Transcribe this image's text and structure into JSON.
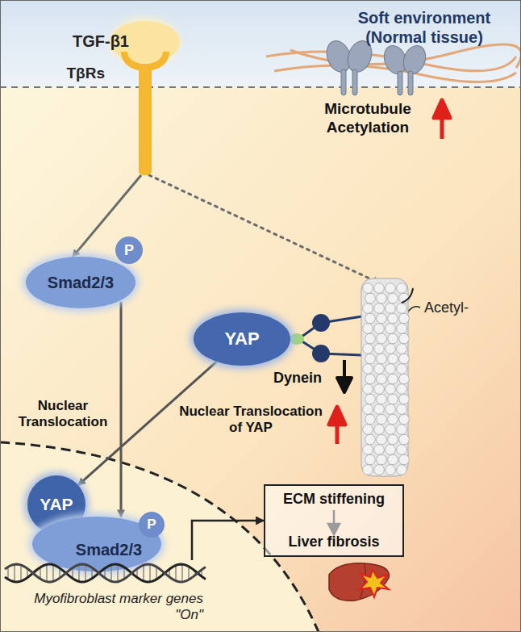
{
  "diagram": {
    "nodes": [
      {
        "text": [
          "TGF-β1"
        ]
      },
      {
        "text": [
          "TβRs"
        ]
      },
      {
        "text": [
          "Smad2/3"
        ]
      },
      {
        "text": [
          "P"
        ]
      },
      {
        "text": [
          "YAP"
        ]
      },
      {
        "text": [
          "Acetyl-"
        ]
      },
      {
        "text": [
          "YAP"
        ]
      },
      {
        "text": [
          "Smad2/3"
        ]
      },
      {
        "text": [
          "P"
        ]
      },
      {
        "text": [
          "Myofibroblast marker genes \"On\""
        ]
      },
      {
        "text": [
          "ECM stiffening",
          "Liver fibrosis"
        ]
      }
    ],
    "edges": [
      {
        "from": 1,
        "to": 2,
        "arrow": "to"
      },
      {
        "from": 1,
        "to": 5,
        "arrow": "to"
      },
      {
        "from": 2,
        "to": 7,
        "arrow": "to",
        "label": "Nuclear Translocation"
      },
      {
        "from": 4,
        "to": 6,
        "arrow": "to",
        "label": "Nuclear Translocation of YAP"
      },
      {
        "from": 9,
        "to": 10,
        "arrow": "to"
      }
    ],
    "labels": [
      "Soft environment (Normal tissue)",
      "Microtubule Acetylation",
      "Dynein"
    ]
  }
}
